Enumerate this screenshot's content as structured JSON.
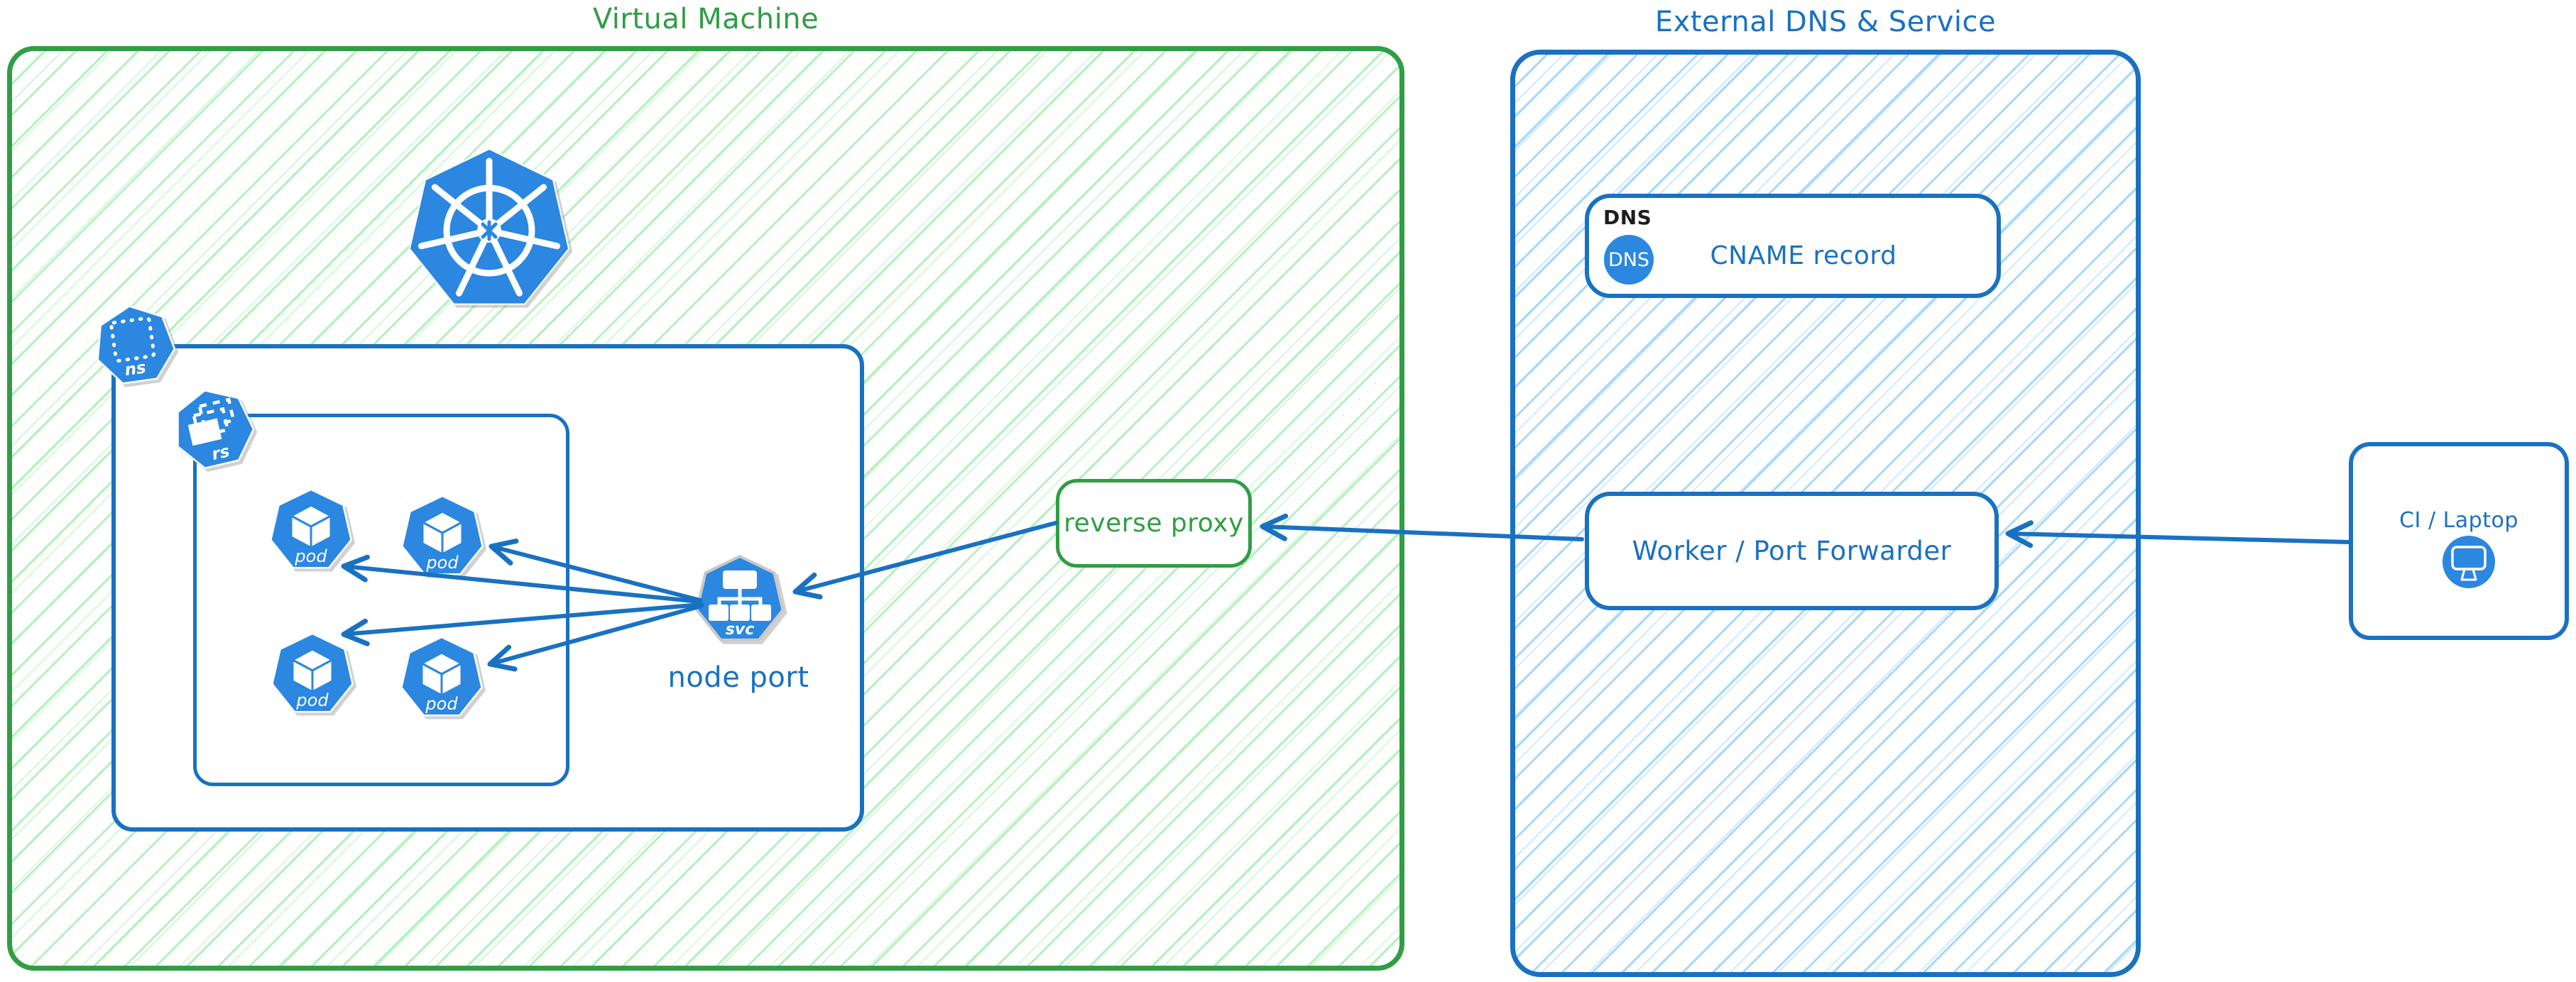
{
  "vm": {
    "title": "Virtual Machine",
    "k8s": {
      "ns": "ns",
      "rs": "rs",
      "pod": "pod",
      "svc": "svc",
      "node_port": "node port"
    }
  },
  "reverse_proxy": {
    "label": "reverse proxy"
  },
  "external": {
    "title": "External DNS & Service",
    "dns": {
      "corner_tag": "DNS",
      "badge": "DNS",
      "label": "CNAME record"
    },
    "worker": {
      "label": "Worker / Port Forwarder"
    }
  },
  "client": {
    "label": "CI / Laptop"
  },
  "colors": {
    "green_stroke": "#2f9e44",
    "green_hatch": "#b2f2bb",
    "blue_stroke": "#1971c2",
    "blue_hatch": "#a5d8ff",
    "icon_blue": "#2b87e0",
    "text_black": "#1e1e1e"
  },
  "icons": [
    "kubernetes-logo-icon",
    "namespace-icon",
    "replicaset-icon",
    "pod-icon",
    "service-icon",
    "dns-badge-icon",
    "monitor-icon",
    "arrow-icon"
  ]
}
